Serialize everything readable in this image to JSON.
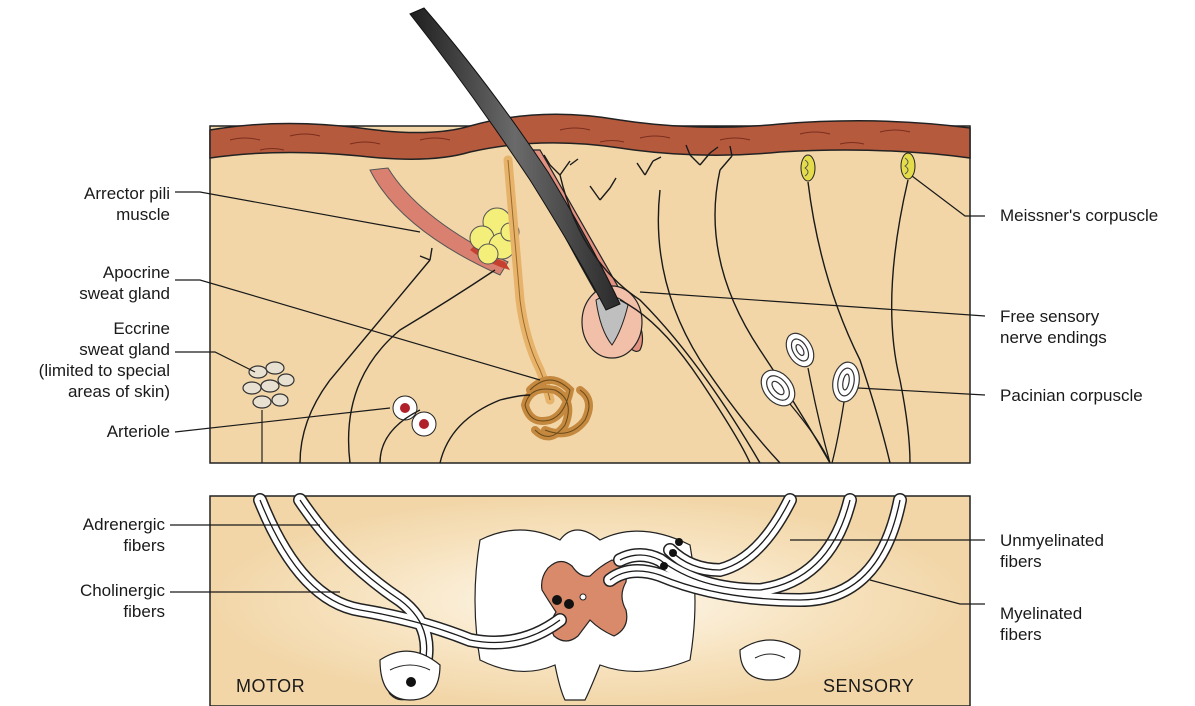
{
  "labels": {
    "arrector_pili": "Arrector pili\nmuscle",
    "apocrine": "Apocrine\nsweat gland",
    "eccrine": "Eccrine\nsweat gland\n(limited to special\nareas of skin)",
    "arteriole": "Arteriole",
    "meissner": "Meissner's corpuscle",
    "free_endings": "Free sensory\nnerve endings",
    "pacinian": "Pacinian corpuscle",
    "adrenergic": "Adrenergic\nfibers",
    "cholinergic": "Cholinergic\nfibers",
    "unmyelinated": "Unmyelinated\nfibers",
    "myelinated": "Myelinated\nfibers",
    "motor": "MOTOR",
    "sensory": "SENSORY"
  },
  "colors": {
    "tissue": "#f2d6a8",
    "epidermis": "#b65a3e",
    "gray_matter": "#d98a6a",
    "gland": "#e7b26a",
    "sebaceous": "#f4ee7a",
    "muscle": "#c64030"
  }
}
